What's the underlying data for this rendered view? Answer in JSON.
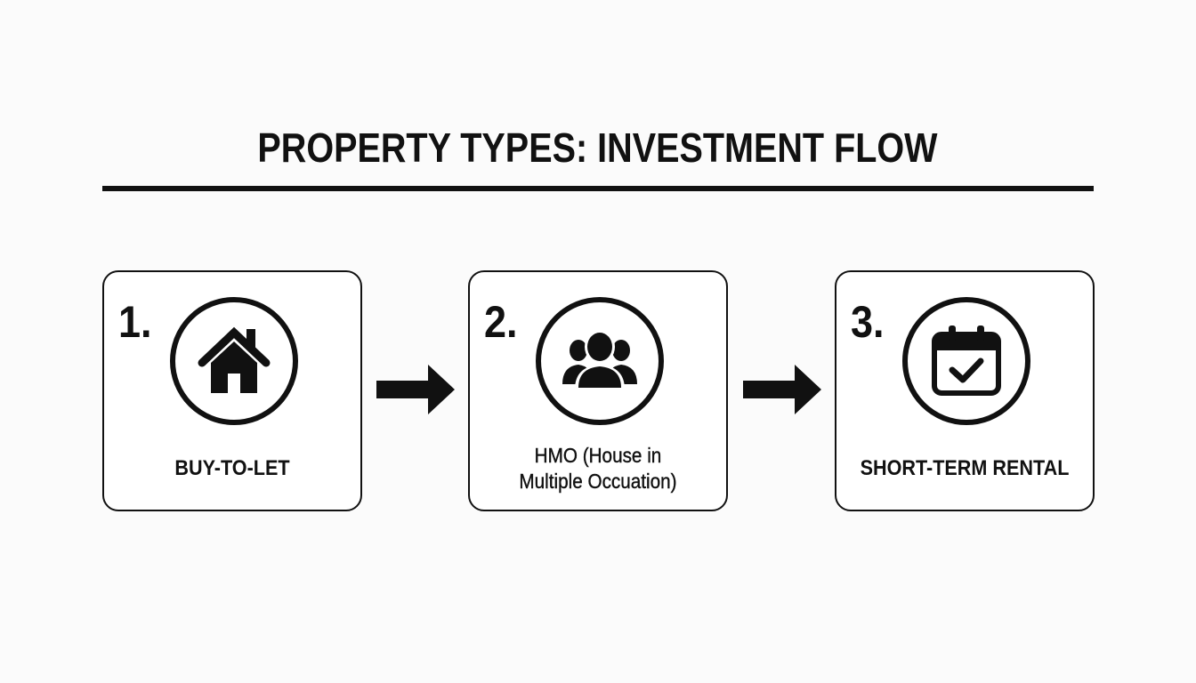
{
  "title": "PROPERTY TYPES: INVESTMENT FLOW",
  "steps": [
    {
      "number": "1.",
      "label": "BUY-TO-LET",
      "icon": "house-icon"
    },
    {
      "number": "2.",
      "label_line1": "HMO (House in",
      "label_line2": "Multiple Occuation)",
      "icon": "people-group-icon"
    },
    {
      "number": "3.",
      "label": "SHORT-TERM RENTAL",
      "icon": "calendar-check-icon"
    }
  ],
  "connectors": [
    "arrow-right-icon",
    "arrow-right-icon"
  ],
  "colors": {
    "background": "#fbfbfb",
    "ink": "#111111",
    "card": "#ffffff"
  }
}
